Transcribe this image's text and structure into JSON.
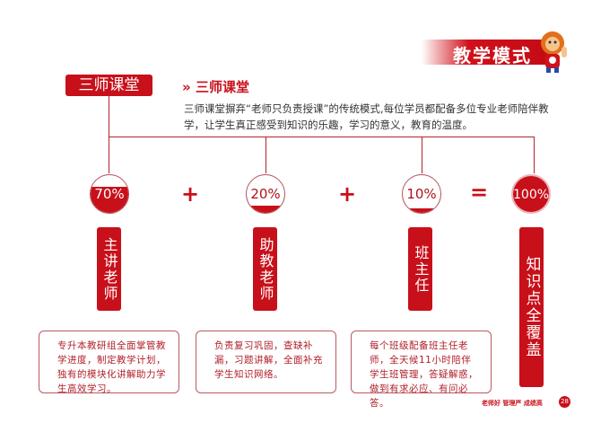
{
  "header": {
    "title": "教学模式"
  },
  "tag": {
    "label": "三师课堂"
  },
  "section": {
    "title": "三师课堂",
    "description": "三师课堂摒弃“老师只负责授课”的传统模式,每位学员都配备多位专业老师陪伴教学，让学生真正感受到知识的乐趣，学习的意义，教育的温度。"
  },
  "operators": {
    "plus": "+",
    "equals": "="
  },
  "roles": [
    {
      "percent": "70%",
      "value": 70,
      "name": "主讲老师",
      "desc": "专升本教研组全面掌管教学进度，制定教学计划，独有的模块化讲解助力学生高效学习。"
    },
    {
      "percent": "20%",
      "value": 20,
      "name": "助教老师",
      "desc": "负责复习巩固，查缺补漏，习题讲解，全面补充学生知识网络。"
    },
    {
      "percent": "10%",
      "value": 10,
      "name": "班主任",
      "desc": "每个班级配备班主任老师，全天候11小时陪伴学生班管理，答疑解惑，做到有求必应、有问必答。"
    }
  ],
  "total": {
    "percent": "100%",
    "value": 100,
    "name": "知识点全覆盖"
  },
  "footer": {
    "slogan": "老师好 管理严 成绩高",
    "page": "28"
  },
  "colors": {
    "accent": "#c8101a"
  }
}
